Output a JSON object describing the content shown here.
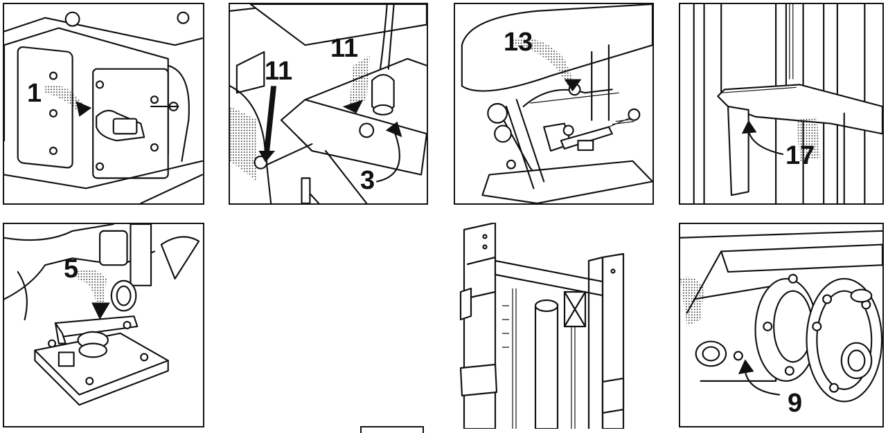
{
  "panels": [
    {
      "callout": "1"
    },
    {
      "callout_a": "11",
      "callout_b": "11",
      "callout_c": "3"
    },
    {
      "callout": "13"
    },
    {
      "callout": "17"
    },
    {
      "callout": "5"
    },
    {
      "callout": "9"
    }
  ]
}
